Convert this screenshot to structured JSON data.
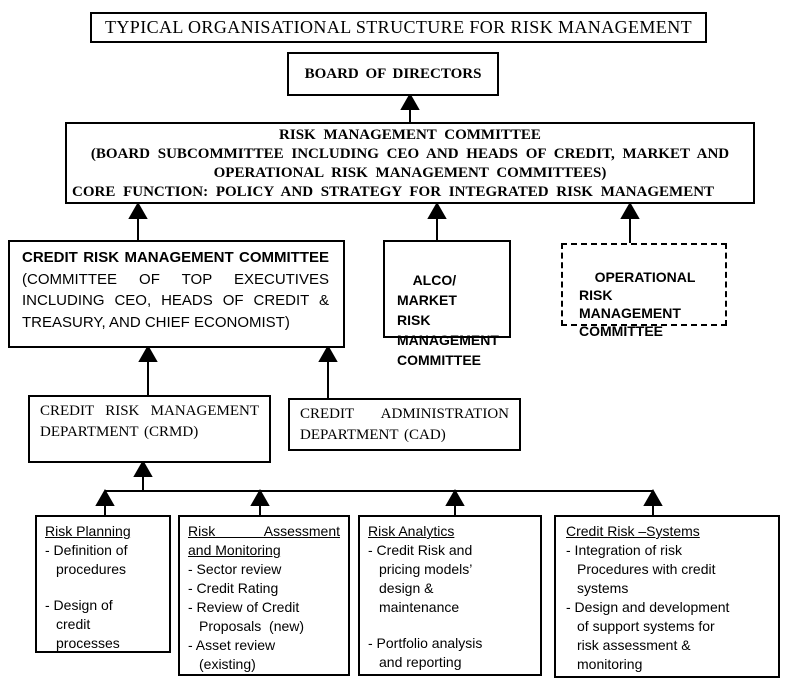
{
  "colors": {
    "line": "#000000",
    "background": "#ffffff",
    "text": "#000000"
  },
  "title": "TYPICAL ORGANISATIONAL STRUCTURE FOR RISK MANAGEMENT",
  "board": {
    "label": "BOARD OF DIRECTORS"
  },
  "risk_management_committee": {
    "lines": [
      "RISK MANAGEMENT COMMITTEE",
      "(BOARD SUBCOMMITTEE INCLUDING CEO AND HEADS OF CREDIT, MARKET AND",
      "OPERATIONAL RISK MANAGEMENT COMMITTEES)",
      "CORE FUNCTION: POLICY AND STRATEGY FOR INTEGRATED RISK MANAGEMENT"
    ]
  },
  "committees": {
    "credit_risk": {
      "title": "CREDIT RISK MANAGEMENT COMMITTEE",
      "detail": "(COMMITTEE OF TOP EXECUTIVES INCLUDING CEO, HEADS OF CREDIT & TREASURY, AND CHIEF ECONOMIST)"
    },
    "alco_market": {
      "label": "ALCO/  MARKET\nRISK\nMANAGEMENT\nCOMMITTEE"
    },
    "operational": {
      "label": "OPERATIONAL\nRISK\nMANAGEMENT\nCOMMITTEE"
    }
  },
  "departments": {
    "crmd": {
      "label": "CREDIT RISK MANAGEMENT DEPARTMENT (CRMD)"
    },
    "cad": {
      "label": "CREDIT ADMINISTRATION DEPARTMENT (CAD)"
    }
  },
  "functions": [
    {
      "header_lines": [
        "Risk Planning"
      ],
      "items": [
        "- Definition of\nprocedures",
        "- Design of\ncredit\nprocesses"
      ]
    },
    {
      "header_lines": [
        "Risk Assessment",
        "and Monitoring"
      ],
      "items": [
        "- Sector review",
        "- Credit Rating",
        "- Review of Credit\nProposals  (new)",
        "- Asset review\n(existing)"
      ]
    },
    {
      "header_lines": [
        "Risk Analytics"
      ],
      "items": [
        "- Credit Risk and\npricing models’\ndesign &\nmaintenance",
        "- Portfolio analysis\nand reporting"
      ]
    },
    {
      "header_lines": [
        "Credit Risk –Systems"
      ],
      "items": [
        "- Integration of risk\nProcedures with credit\nsystems",
        "- Design and development\nof support systems for\nrisk assessment &\nmonitoring"
      ]
    }
  ]
}
